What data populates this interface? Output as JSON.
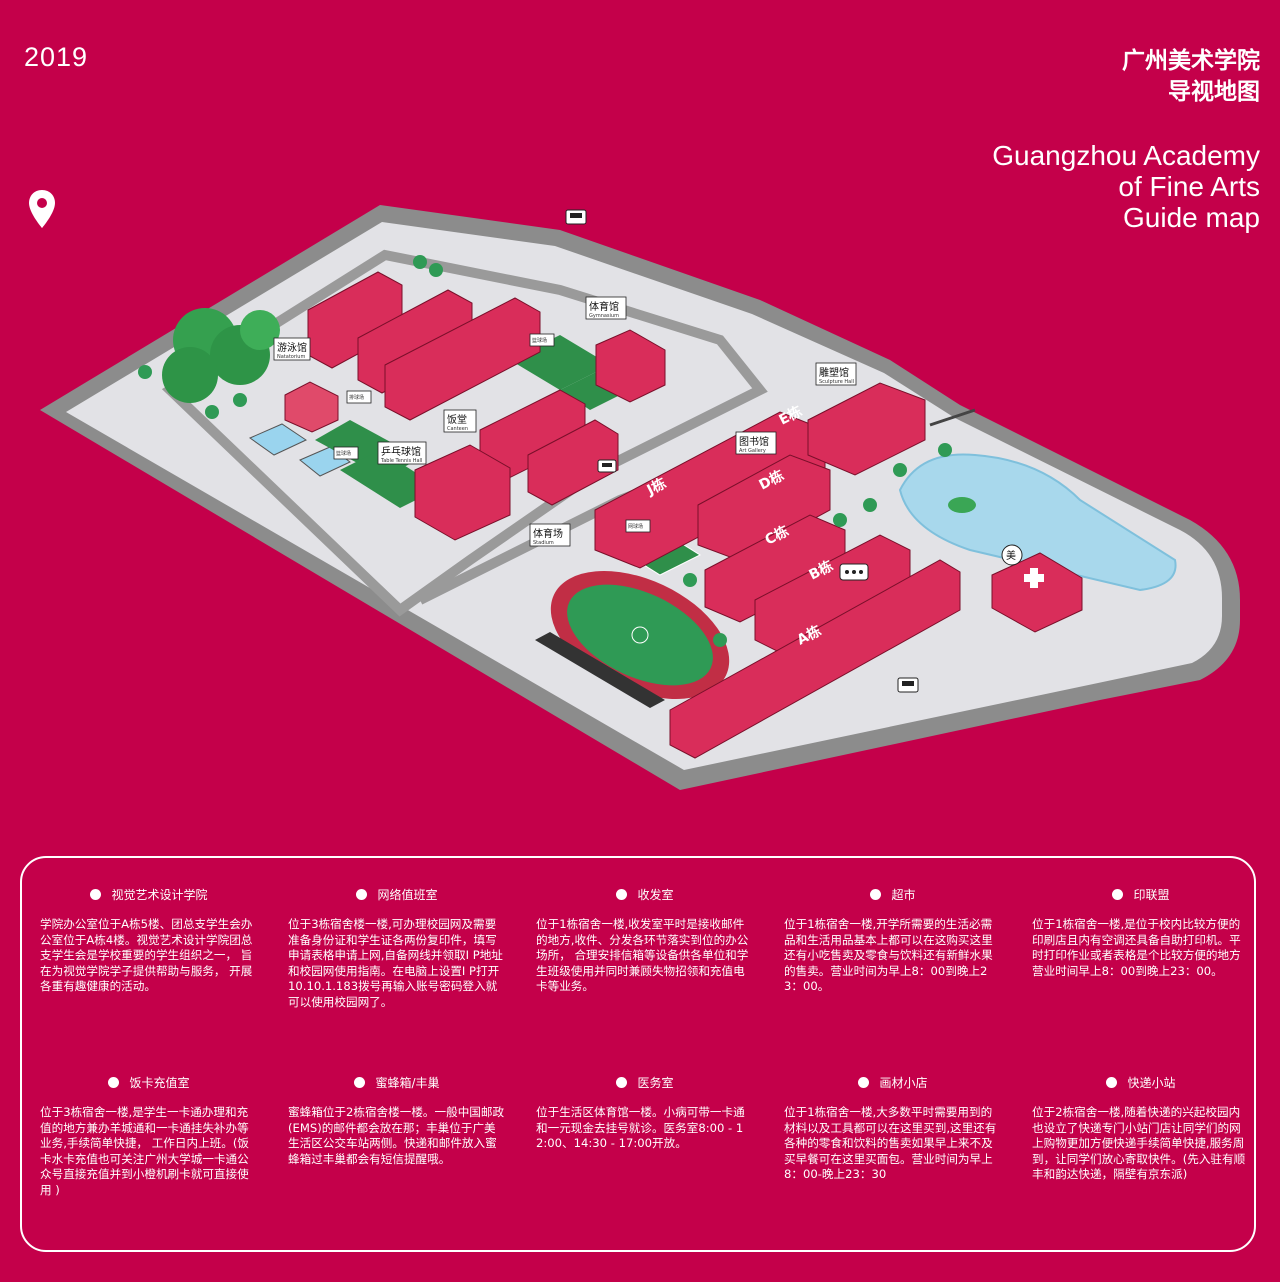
{
  "header": {
    "year": "2019",
    "title_cn_line1": "广州美术学院",
    "title_cn_line2": "导视地图",
    "title_en_line1": "Guangzhou Academy",
    "title_en_line2": "of Fine Arts",
    "title_en_line3": "Guide map"
  },
  "icons": {
    "location_pin": "map-pin-icon",
    "bus_stop": "bus-icon",
    "chat": "speech-bubble-icon"
  },
  "colors": {
    "background": "#c4004a",
    "road": "#8c8c8c",
    "ground": "#e0e0e4",
    "building": "#d92d5a",
    "water": "#a8d8ec",
    "grass": "#3aa655"
  },
  "map": {
    "labels": {
      "natatorium_cn": "游泳馆",
      "natatorium_en": "Natatorium",
      "gymnasium_cn": "体育馆",
      "gymnasium_en": "Gymnasium",
      "canteen_cn": "饭堂",
      "canteen_en": "Canteen",
      "tabletennis_cn": "乒乓球馆",
      "tabletennis_en": "Table Tennis Hall",
      "sculpture_cn": "雕塑馆",
      "sculpture_en": "Sculpture Hall",
      "library_cn": "图书馆",
      "library_en": "Art Gallery",
      "stadium_cn": "体育场",
      "stadium_en": "Stadium",
      "basketball1": "篮球场",
      "basketball2": "排球场",
      "basketball3": "篮球场",
      "tennis": "网球场",
      "medical": "美"
    },
    "buildings": {
      "a": "A栋",
      "b": "B栋",
      "c": "C栋",
      "d": "D栋",
      "e": "E栋",
      "j": "J栋"
    }
  },
  "info": [
    {
      "title": "视觉艺术设计学院",
      "body": "学院办公室位于A栋5楼、团总支学生会办公室位于A栋4楼。视觉艺术设计学院团总支学生会是学校重要的学生组织之一， 旨在为视觉学院学子提供帮助与服务， 开展各重有趣健康的活动。"
    },
    {
      "title": "网络值班室",
      "body": "位于3栋宿舍楼一楼,可办理校园网及需要准备身份证和学生证各两份复印件，填写申请表格申请上网,自备网线并领取I P地址和校园网使用指南。在电脑上设置I P打开 10.10.1.183拨号再输入账号密码登入就可以使用校园网了。"
    },
    {
      "title": "收发室",
      "body": "位于1栋宿舍一楼,收发室平时是接收邮件的地方,收件、分发各环节落实到位的办公场所， 合理安排信箱等设备供各单位和学生班级使用并同时兼顾失物招领和充值电卡等业务。"
    },
    {
      "title": "超市",
      "body": "位于1栋宿舍一楼,开学所需要的生活必需品和生活用品基本上都可以在这购买这里还有小吃售卖及零食与饮料还有新鲜水果的售卖。营业时间为早上8：00到晚上23：00。"
    },
    {
      "title": "印联盟",
      "body": "位于1栋宿舍一楼,是位于校内比较方便的印刷店且内有空调还具备自助打印机。平时打印作业或者表格是个比较方便的地方营业时间早上8：00到晚上23：00。"
    },
    {
      "title": "饭卡充值室",
      "body": "位于3栋宿舍一楼,是学生一卡通办理和充值的地方兼办羊城通和一卡通挂失补办等业务,手续简单快捷， 工作日内上班。(饭卡水卡充值也可关注广州大学城一卡通公众号直接充值并到小橙机刷卡就可直接使用 )"
    },
    {
      "title": "蜜蜂箱/丰巢",
      "body": "蜜蜂箱位于2栋宿舍楼一楼。一般中国邮政(EMS)的邮件都会放在那；丰巢位于广美生活区公交车站两侧。快递和邮件放入蜜蜂箱过丰巢都会有短信提醒哦。"
    },
    {
      "title": "医务室",
      "body": "位于生活区体育馆一楼。小病可带一卡通和一元现金去挂号就诊。医务室8:00 - 12:00、14:30 - 17:00开放。"
    },
    {
      "title": "画材小店",
      "body": "位于1栋宿舍一楼,大多数平时需要用到的材料以及工具都可以在这里买到,这里还有各种的零食和饮料的售卖如果早上来不及买早餐可在这里买面包。营业时间为早上8：00-晚上23：30"
    },
    {
      "title": "快递小站",
      "body": "位于2栋宿舍一楼,随着快递的兴起校园内也设立了快递专门小站门店让同学们的网上购物更加方便快递手续简单快捷,服务周到，让同学们放心寄取快件。(先入驻有顺丰和韵达快递，隔壁有京东派)"
    }
  ]
}
